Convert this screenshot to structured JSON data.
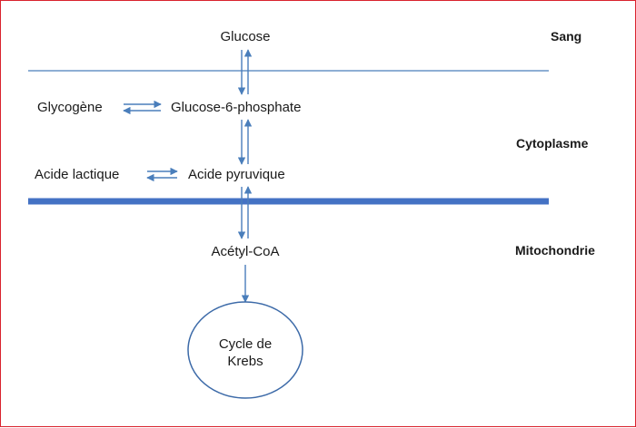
{
  "nodes": {
    "glucose": "Glucose",
    "glycogene": "Glycogène",
    "g6p": "Glucose-6-phosphate",
    "acide_lactique": "Acide lactique",
    "acide_pyruvique": "Acide pyruvique",
    "acetyl_coa": "Acétyl-CoA",
    "krebs_line1": "Cycle de",
    "krebs_line2": "Krebs"
  },
  "zones": {
    "sang": "Sang",
    "cytoplasme": "Cytoplasme",
    "mitochondrie": "Mitochondrie"
  },
  "colors": {
    "arrow": "#4a7ebb",
    "thin_membrane": "#4a7ebb",
    "thick_membrane": "#4472c4",
    "circle": "#3c6aa8",
    "frame": "#d9232e"
  }
}
